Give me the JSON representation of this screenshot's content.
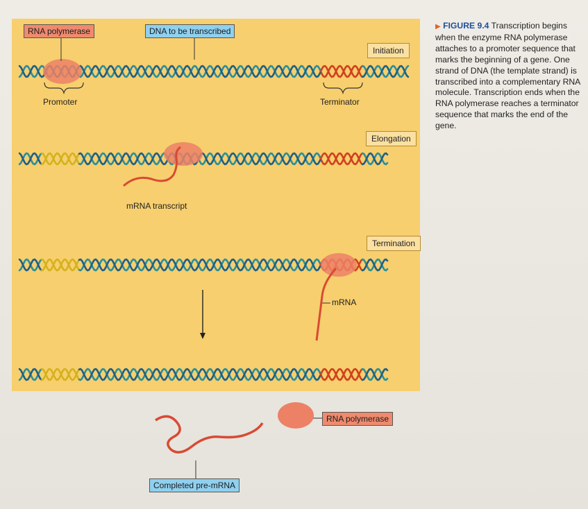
{
  "labels": {
    "rna_polymerase_top": "RNA polymerase",
    "dna_to_be_transcribed": "DNA to be transcribed",
    "promoter": "Promoter",
    "terminator": "Terminator",
    "mrna_transcript": "mRNA transcript",
    "mrna": "mRNA",
    "rna_polymerase_bottom": "RNA polymerase",
    "completed_pre_mrna": "Completed pre-mRNA"
  },
  "stages": {
    "initiation": "Initiation",
    "elongation": "Elongation",
    "termination": "Termination"
  },
  "caption": {
    "figure": "FIGURE 9.4",
    "text": "Transcription begins when the enzyme RNA polymerase attaches to a promoter sequence that marks the beginning of a gene. One strand of DNA (the template strand) is transcribed into a complementary RNA molecule. Transcription ends when the RNA polymerase reaches a terminator sequence that marks the end of the gene."
  },
  "colors": {
    "panel": "#f7cf6e",
    "dna_strand": "#2a8f9a",
    "dna_strand_dark": "#1f5f86",
    "promoter_segment": "#d4b21e",
    "terminator_segment": "#d0401e",
    "rna": "#d84a33",
    "polymerase": "#ec8166"
  }
}
